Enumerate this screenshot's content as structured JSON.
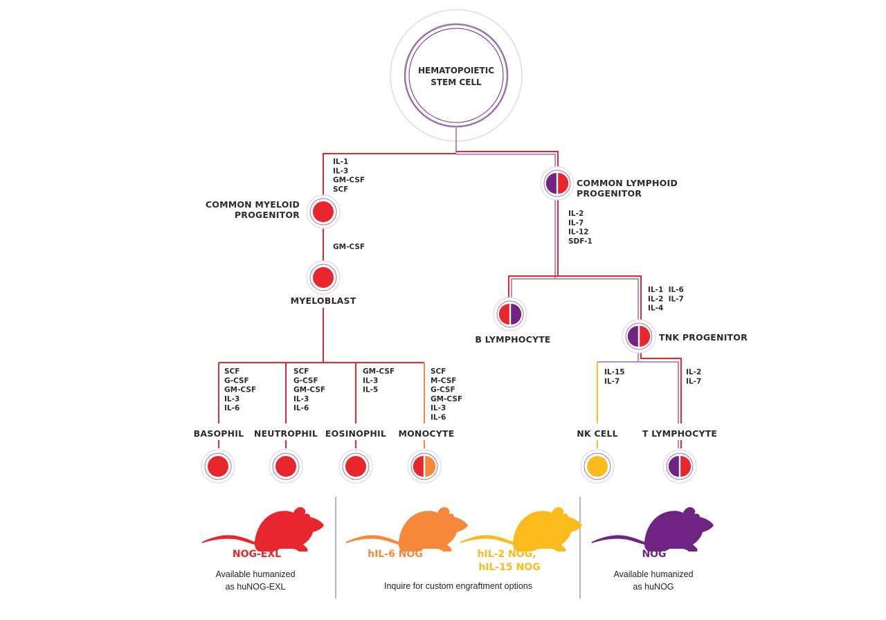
{
  "colors": {
    "red": "#e8262e",
    "purple": "#6f2382",
    "orange": "#f5883a",
    "yellow": "#fbbb1c",
    "lilac": "#b48dc4",
    "ring": "#9b6fb4",
    "ring_faint": "#e3d5ec",
    "text": "#2b2b2b"
  },
  "stem_cell": {
    "line1": "HEMATOPOIETIC",
    "line2": "STEM CELL"
  },
  "nodes": {
    "common_myeloid": {
      "line1": "COMMON MYELOID",
      "line2": "PROGENITOR"
    },
    "common_lymphoid": {
      "line1": "COMMON LYMPHOID",
      "line2": "PROGENITOR"
    },
    "myeloblast": {
      "label": "MYELOBLAST"
    },
    "b_lymphocyte": {
      "label": "B LYMPHOCYTE"
    },
    "tnk_progenitor": {
      "label": "TNK PROGENITOR"
    },
    "basophil": {
      "label": "BASOPHIL"
    },
    "neutrophil": {
      "label": "NEUTROPHIL"
    },
    "eosinophil": {
      "label": "EOSINOPHIL"
    },
    "monocyte": {
      "label": "MONOCYTE"
    },
    "nk_cell": {
      "label": "NK CELL"
    },
    "t_lymphocyte": {
      "label": "T LYMPHOCYTE"
    }
  },
  "cytokines": {
    "to_common_myeloid": [
      "IL-1",
      "IL-3",
      "GM-CSF",
      "SCF"
    ],
    "to_myeloblast": [
      "GM-CSF"
    ],
    "to_lymphoid_children": [
      "IL-2",
      "IL-7",
      "IL-12",
      "SDF-1"
    ],
    "to_tnk": [
      "IL-1  IL-6",
      "IL-2  IL-7",
      "IL-4"
    ],
    "to_basophil": [
      "SCF",
      "G-CSF",
      "GM-CSF",
      "IL-3",
      "IL-6"
    ],
    "to_neutrophil": [
      "SCF",
      "G-CSF",
      "GM-CSF",
      "IL-3",
      "IL-6"
    ],
    "to_eosinophil": [
      "GM-CSF",
      "IL-3",
      "IL-5"
    ],
    "to_monocyte": [
      "SCF",
      "M-CSF",
      "G-CSF",
      "GM-CSF",
      "IL-3",
      "IL-6"
    ],
    "to_nk": [
      "IL-15",
      "IL-7"
    ],
    "to_t": [
      "IL-2",
      "IL-7"
    ]
  },
  "models": [
    {
      "name": "NOG-EXL",
      "color": "#e8262e",
      "desc": [
        "Available humanized",
        "as huNOG-EXL"
      ]
    },
    {
      "name": "hIL-6 NOG",
      "color": "#f5883a"
    },
    {
      "name": [
        "hIL-2 NOG,",
        "hIL-15 NOG"
      ],
      "color": "#fbbb1c"
    },
    {
      "name": "NOG",
      "color": "#6f2382",
      "desc": [
        "Available humanized",
        "as huNOG"
      ]
    }
  ],
  "custom_note": "Inquire for custom engraftment options"
}
